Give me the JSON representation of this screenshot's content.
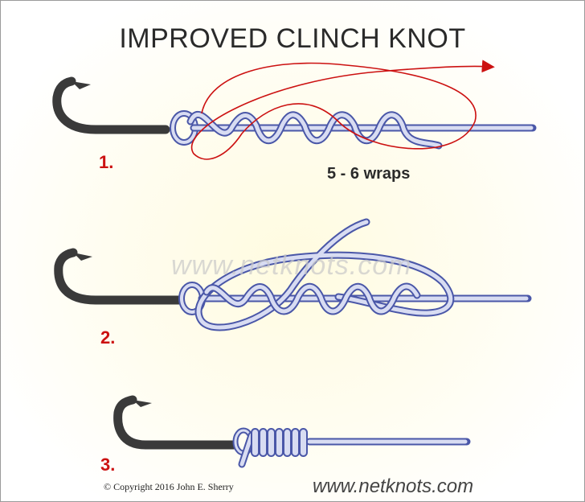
{
  "title": "IMPROVED CLINCH KNOT",
  "steps": [
    {
      "number": "1."
    },
    {
      "number": "2."
    },
    {
      "number": "3."
    }
  ],
  "annotation_wraps": "5 - 6 wraps",
  "watermark": "www.netknots.com",
  "site_link": "www.netknots.com",
  "copyright": "©  Copyright  2016  John E. Sherry",
  "colors": {
    "line_fill": "#d8dcf2",
    "line_outline": "#4a57a8",
    "hook": "#3a3a3a",
    "arrow": "#cc1111",
    "step_number": "#cc1111"
  },
  "icons": [
    "fishing-hook-icon",
    "knot-line-icon",
    "direction-arrow-icon"
  ]
}
